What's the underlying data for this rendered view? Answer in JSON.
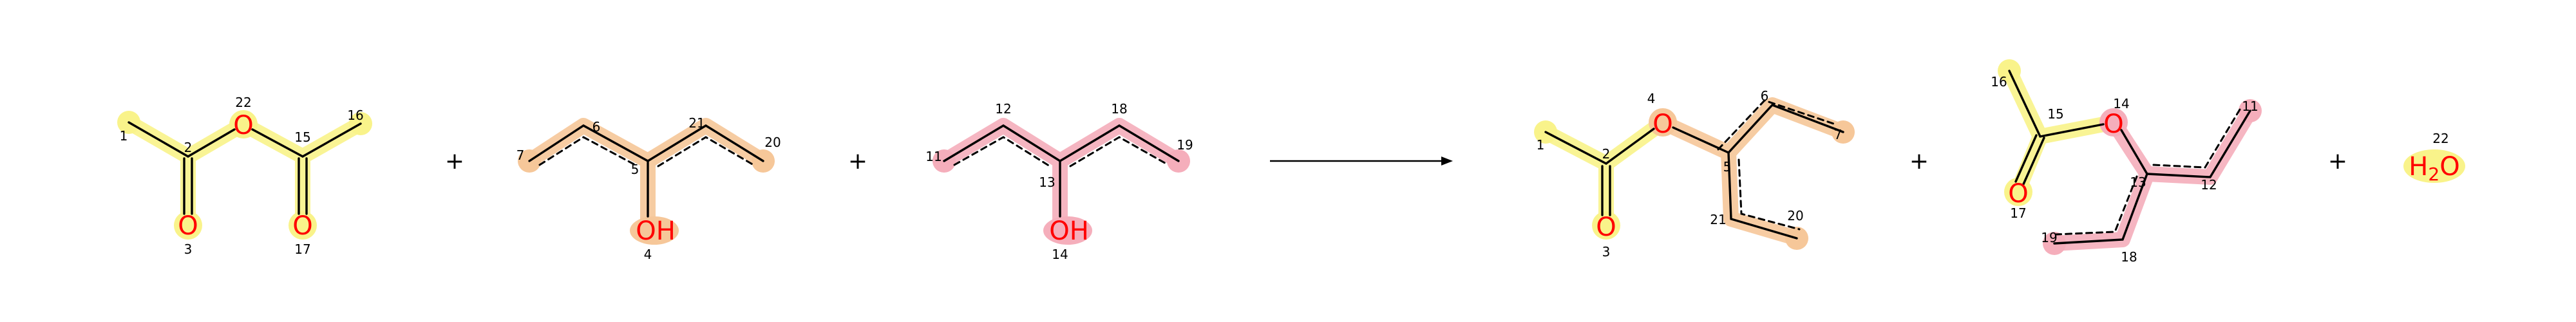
{
  "colors": {
    "highlight_yellow": "#f9f38a",
    "highlight_orange": "#f6c799",
    "highlight_pink": "#f5aebb",
    "heteroatom": "#ff0000",
    "bond": "#000000"
  },
  "operators": {
    "plus": "+"
  },
  "reactants": [
    {
      "id": "reactant-1",
      "atom_numbers": [
        "1",
        "2",
        "3",
        "22",
        "15",
        "17",
        "16"
      ],
      "atoms": {
        "o_bridge": "O",
        "o_carbonyl_left": "O",
        "o_carbonyl_right": "O"
      }
    },
    {
      "id": "reactant-2",
      "atom_numbers": [
        "7",
        "6",
        "5",
        "4",
        "21",
        "20"
      ],
      "atoms": {
        "hydroxyl": "OH"
      }
    },
    {
      "id": "reactant-3",
      "atom_numbers": [
        "11",
        "12",
        "13",
        "14",
        "18",
        "19"
      ],
      "atoms": {
        "hydroxyl": "OH"
      }
    }
  ],
  "products": [
    {
      "id": "product-1",
      "atom_numbers": [
        "1",
        "2",
        "3",
        "4",
        "5",
        "6",
        "7",
        "21",
        "20"
      ],
      "atoms": {
        "o_ester": "O",
        "o_carbonyl": "O"
      }
    },
    {
      "id": "product-2",
      "atom_numbers": [
        "16",
        "15",
        "17",
        "14",
        "13",
        "12",
        "11",
        "19",
        "18"
      ],
      "atoms": {
        "o_ester": "O",
        "o_carbonyl": "O"
      }
    },
    {
      "id": "product-3",
      "atom_numbers": [
        "22"
      ],
      "formula": {
        "h": "H",
        "sub": "2",
        "o": "O"
      }
    }
  ]
}
